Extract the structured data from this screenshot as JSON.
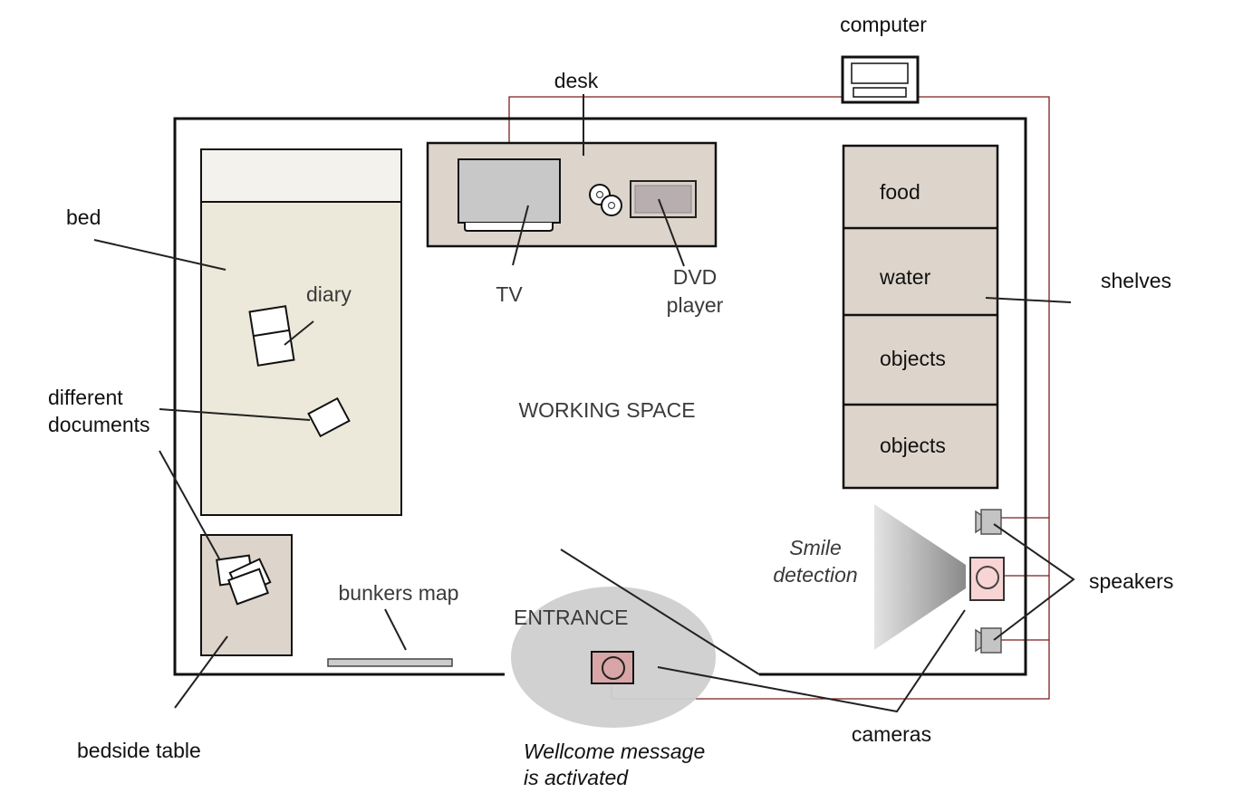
{
  "diagram": {
    "title": "Bunker room floor plan",
    "colors": {
      "wall": "#111111",
      "wiring": "#7a1f1f",
      "bed_pillow": "#f4f2ec",
      "bed_sheet": "#ece9da",
      "furniture": "#ddd5cc",
      "tv": "#c8c8c8",
      "dvd_screen": "#b8aeb0",
      "camera_fill_main": "#f9d4d4",
      "camera_fill_entrance": "#d8a6a6",
      "speaker_fill": "#c4c4c4",
      "entrance_zone": "#cfcfcf",
      "map": "#cccccc"
    },
    "labels": {
      "computer": "computer",
      "desk": "desk",
      "tv": "TV",
      "dvd_line1": "DVD",
      "dvd_line2": "player",
      "bed": "bed",
      "diary": "diary",
      "documents_line1": "different",
      "documents_line2": "documents",
      "working_space": "WORKING SPACE",
      "shelves": "shelves",
      "shelf_items": [
        "food",
        "water",
        "objects",
        "objects"
      ],
      "smile_line1": "Smile",
      "smile_line2": "detection",
      "speakers": "speakers",
      "bunkers_map": "bunkers map",
      "entrance": "ENTRANCE",
      "bedside_table": "bedside table",
      "welcome_line1": "Wellcome message",
      "welcome_line2": "is activated",
      "cameras": "cameras"
    }
  }
}
